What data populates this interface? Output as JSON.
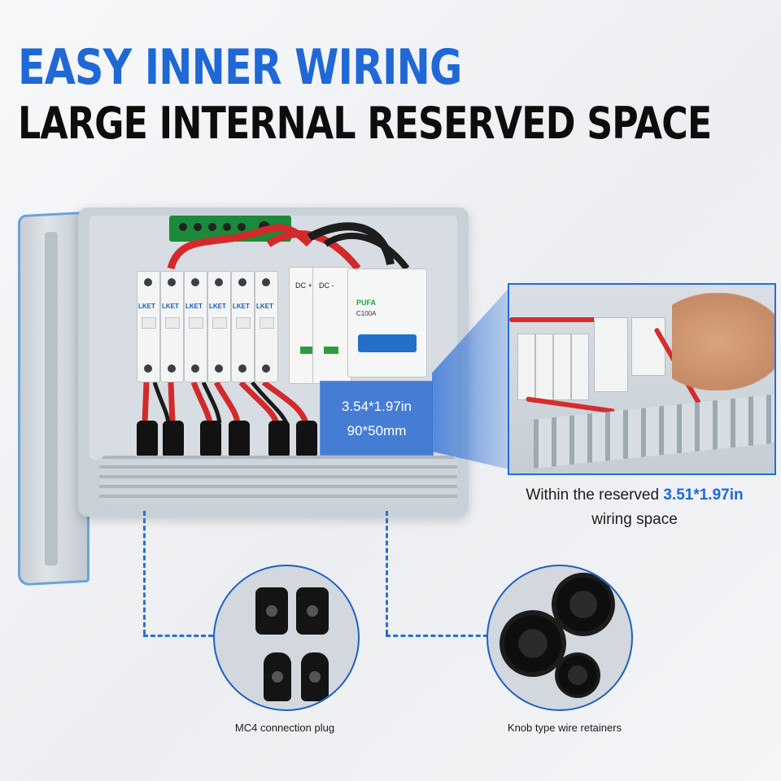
{
  "headline": {
    "line1": "EASY INNER WIRING",
    "line2": "LARGE INTERNAL RESERVED SPACE"
  },
  "enclosure": {
    "breaker_brand": "LKET",
    "spd_labels": [
      "DC +",
      "DC -"
    ],
    "mcb_brand": "PUFA",
    "mcb_rating": "C100A"
  },
  "dimension_box": {
    "imperial": "3.54*1.97in",
    "metric": "90*50mm"
  },
  "inset_caption": {
    "prefix": "Within the reserved ",
    "highlight": "3.51*1.97in",
    "suffix": "wiring space"
  },
  "callouts": {
    "left_caption": "MC4 connection plug",
    "right_caption": "Knob type wire retainers"
  },
  "colors": {
    "accent_blue": "#1f68d6",
    "headline_black": "#0d0d0d",
    "wire_red": "#d52d2d"
  }
}
